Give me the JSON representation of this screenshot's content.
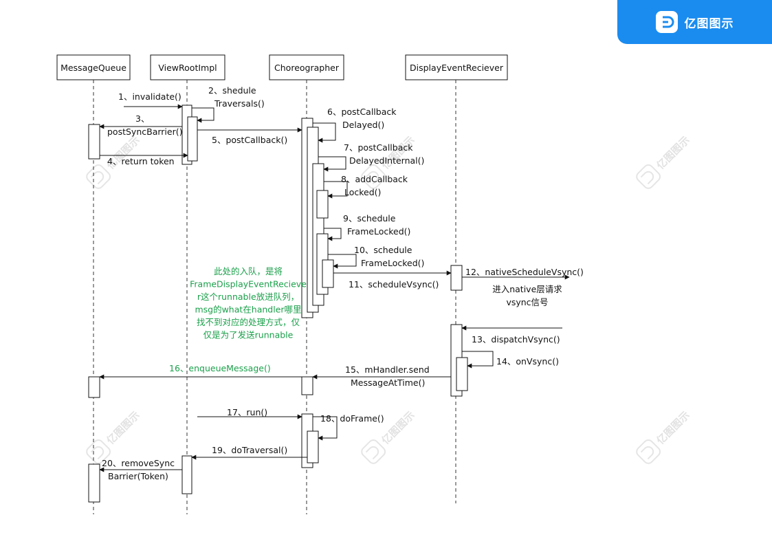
{
  "brand": {
    "name": "亿图图示",
    "logo_icon": "edraw-logo-icon",
    "color": "#1a8cf0"
  },
  "watermark": {
    "text": "亿图图示",
    "icon": "edraw-watermark-icon"
  },
  "lifelines": [
    {
      "id": "mq",
      "label": "MessageQueue"
    },
    {
      "id": "vri",
      "label": "ViewRootImpl"
    },
    {
      "id": "ch",
      "label": "Choreographer"
    },
    {
      "id": "der",
      "label": "DisplayEventReciever"
    }
  ],
  "messages": [
    {
      "n": 1,
      "lines": [
        "1、invalidate()"
      ]
    },
    {
      "n": 2,
      "lines": [
        "2、shedule",
        "Traversals()"
      ]
    },
    {
      "n": 3,
      "lines": [
        "3、",
        "postSyncBarrier()"
      ]
    },
    {
      "n": 4,
      "lines": [
        "4、return token"
      ]
    },
    {
      "n": 5,
      "lines": [
        "5、postCallback()"
      ]
    },
    {
      "n": 6,
      "lines": [
        "6、postCallback",
        "Delayed()"
      ]
    },
    {
      "n": 7,
      "lines": [
        "7、postCallback",
        "DelayedInternal()"
      ]
    },
    {
      "n": 8,
      "lines": [
        "8、addCallback",
        "Locked()"
      ]
    },
    {
      "n": 9,
      "lines": [
        "9、schedule",
        "FrameLocked()"
      ]
    },
    {
      "n": 10,
      "lines": [
        "10、schedule",
        "FrameLocked()"
      ]
    },
    {
      "n": 11,
      "lines": [
        "11、scheduleVsync()"
      ]
    },
    {
      "n": 12,
      "lines": [
        "12、nativeScheduleVsync()"
      ]
    },
    {
      "n": 13,
      "lines": [
        "13、dispatchVsync()"
      ]
    },
    {
      "n": 14,
      "lines": [
        "14、onVsync()"
      ]
    },
    {
      "n": 15,
      "lines": [
        "15、mHandler.send",
        "MessageAtTime()"
      ]
    },
    {
      "n": 16,
      "lines": [
        "16、enqueueMessage()"
      ]
    },
    {
      "n": 17,
      "lines": [
        "17、run()"
      ]
    },
    {
      "n": 18,
      "lines": [
        "18、doFrame()"
      ]
    },
    {
      "n": 19,
      "lines": [
        "19、doTraversal()"
      ]
    },
    {
      "n": 20,
      "lines": [
        "20、removeSync",
        "Barrier(Token)"
      ]
    }
  ],
  "notes": {
    "native": [
      "进入native层请求",
      "vsync信号"
    ],
    "runnable": [
      "此处的入队，是将",
      "FrameDisplayEventRecieve",
      "r这个runnable放进队列，",
      "msg的what在handler哪里",
      "找不到对应的处理方式，仅",
      "仅是为了发送runnable"
    ]
  },
  "colors": {
    "line": "#111111",
    "note_green": "#1aa04a",
    "lifeline_dash": "#333333"
  }
}
